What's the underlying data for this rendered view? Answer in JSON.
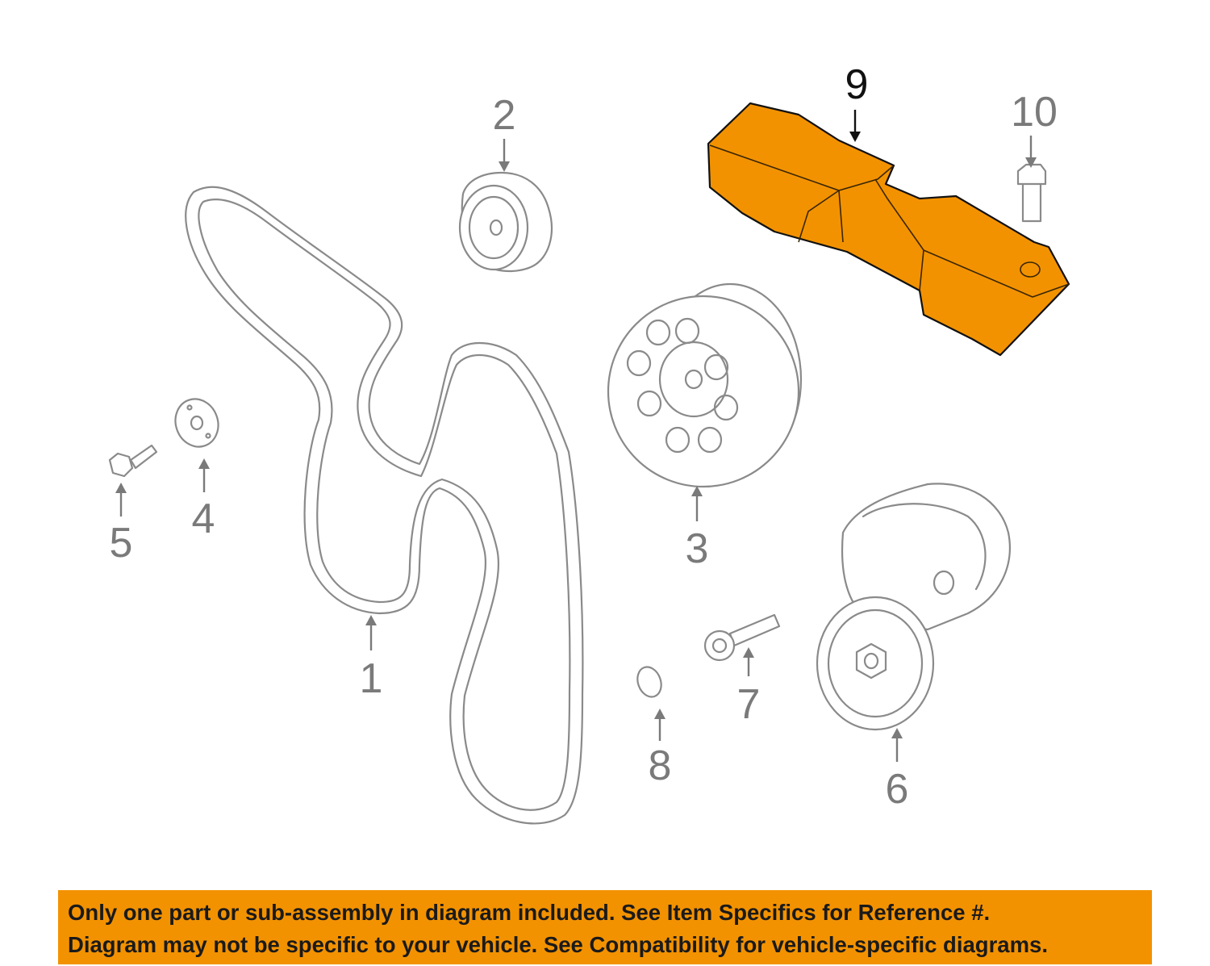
{
  "diagram": {
    "callouts": [
      "1",
      "2",
      "3",
      "4",
      "5",
      "6",
      "7",
      "8",
      "9",
      "10"
    ],
    "highlight_color": "#f39200",
    "line_color": "#8a8a8a",
    "highlighted_part": "9"
  },
  "notice": {
    "line1": "Only one part or sub-assembly in diagram included. See Item Specifics for Reference #.",
    "line2": "Diagram may not be specific to your vehicle. See Compatibility for vehicle-specific diagrams."
  }
}
